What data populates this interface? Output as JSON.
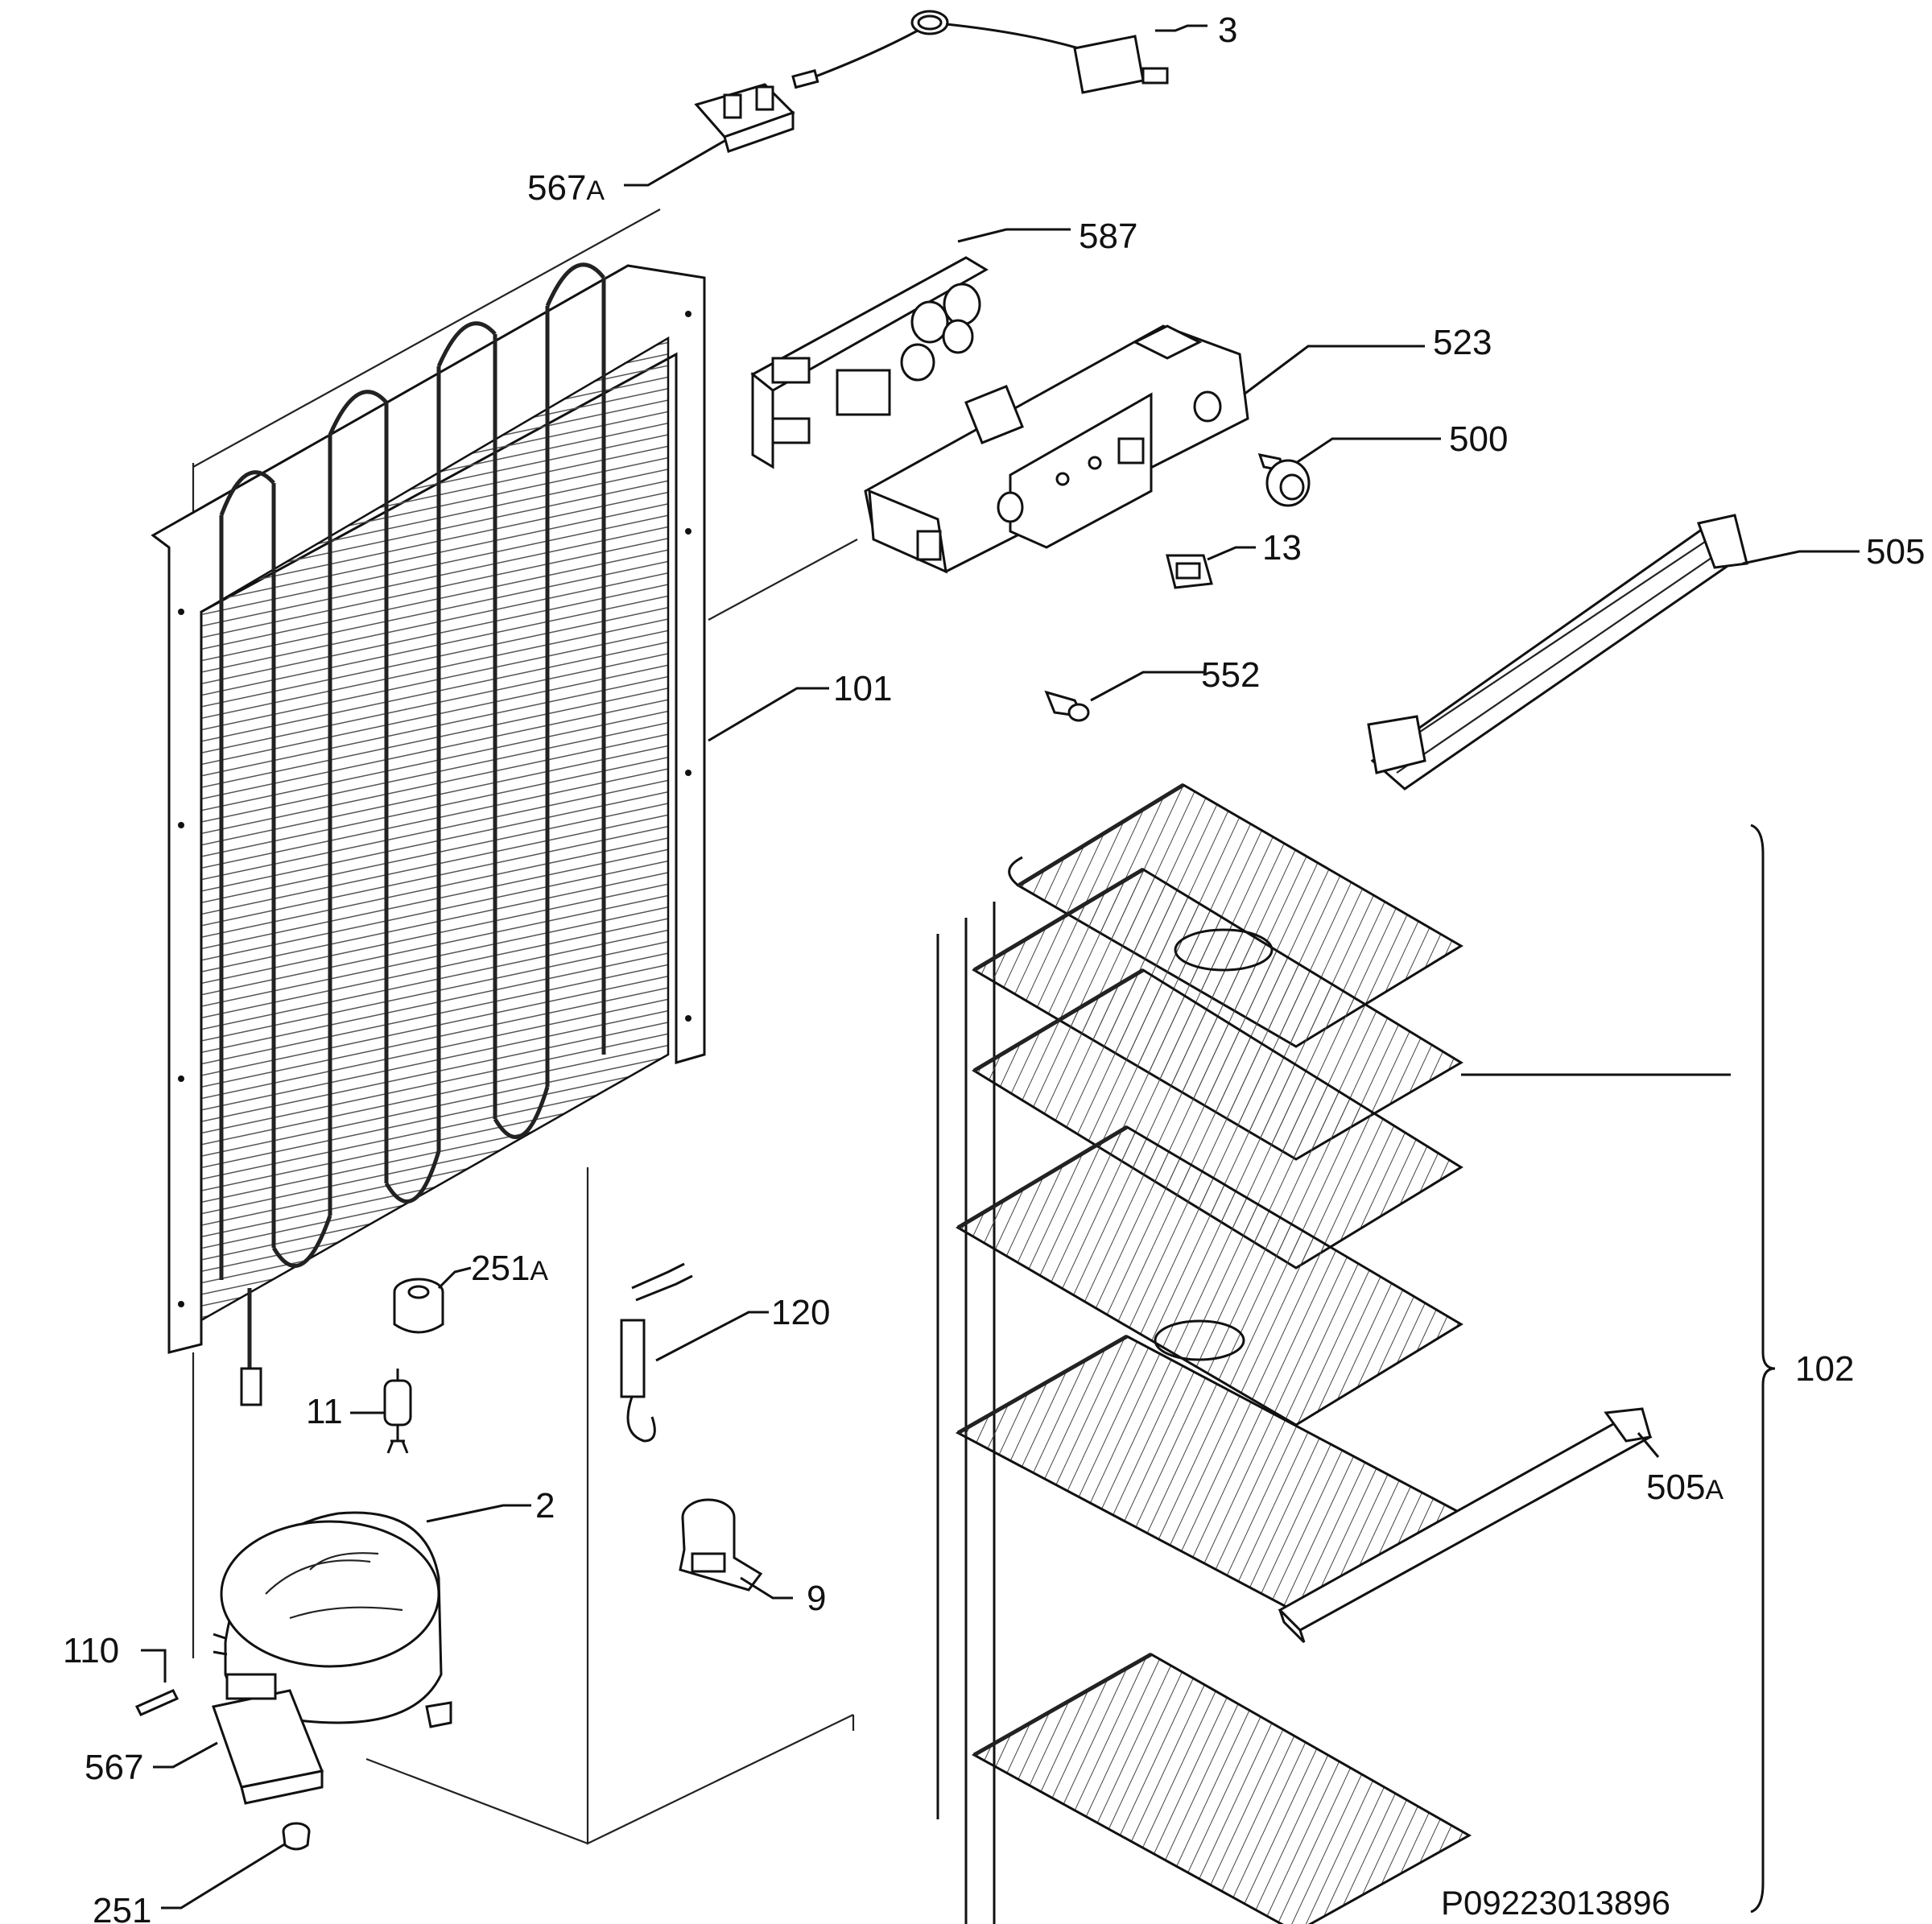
{
  "diagram_code": "P09223013896",
  "callouts": {
    "c3": "3",
    "c567a": "567",
    "c567a_suffix": "A",
    "c587": "587",
    "c523": "523",
    "c500": "500",
    "c13": "13",
    "c505": "505",
    "c552": "552",
    "c101": "101",
    "c251a": "251",
    "c251a_suffix": "A",
    "c120": "120",
    "c11": "11",
    "c2": "2",
    "c9": "9",
    "c110": "110",
    "c567": "567",
    "c251": "251",
    "c102": "102",
    "c505a": "505",
    "c505a_suffix": "A"
  }
}
